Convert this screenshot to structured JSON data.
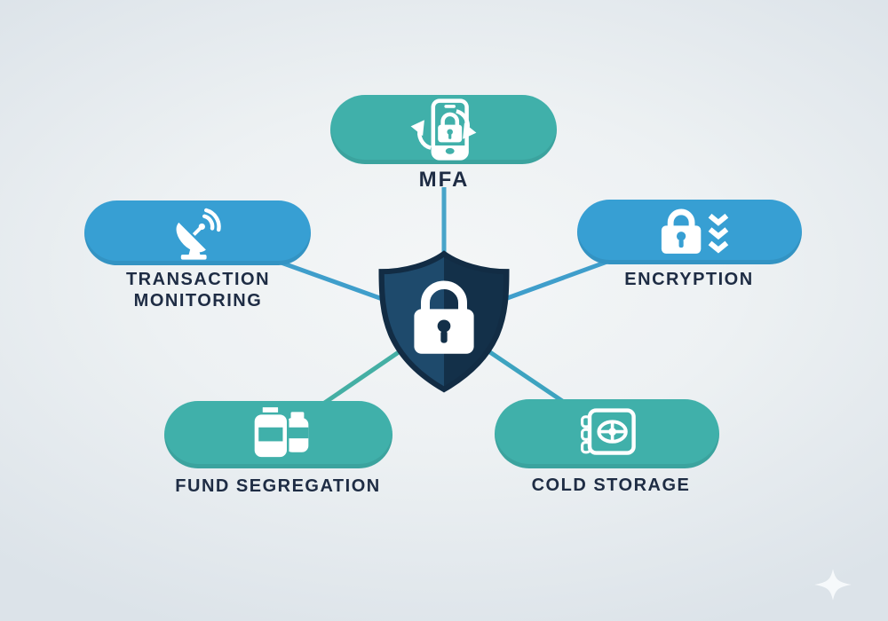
{
  "diagram": {
    "center": {
      "icon": "shield-lock-icon"
    },
    "nodes": {
      "mfa": {
        "label": "MFA",
        "icon": "smartphone-sync-lock-icon",
        "color": "#40b0aa"
      },
      "encryption": {
        "label": "ENCRYPTION",
        "icon": "padlock-chevrons-icon",
        "color": "#379fd3"
      },
      "transaction_monitoring": {
        "label": "TRANSACTION MONITORING",
        "icon": "satellite-dish-icon",
        "color": "#379fd3"
      },
      "fund_segregation": {
        "label": "FUND SEGREGATION",
        "icon": "segregated-jars-icon",
        "color": "#40b0aa"
      },
      "cold_storage": {
        "label": "COLD STORAGE",
        "icon": "vault-safe-icon",
        "color": "#40b0aa"
      }
    },
    "watermark_icon": "sparkle-icon"
  },
  "colors": {
    "background_center": "#f4f6f7",
    "background_edge": "#dce3e9",
    "teal": "#40b0aa",
    "blue": "#379fd3",
    "shield_left": "#1e4a6c",
    "shield_right": "#133049",
    "shield_outline": "#122c44",
    "label_text": "#1e2c44",
    "icon_white": "#ffffff",
    "connector_top": "#47a4c9",
    "connector_left": "#3f9ecb",
    "connector_right": "#3f9ecb",
    "connector_bottom_left": "#44afa4",
    "connector_bottom_right": "#3da3c0",
    "watermark": "#f7fafc"
  }
}
